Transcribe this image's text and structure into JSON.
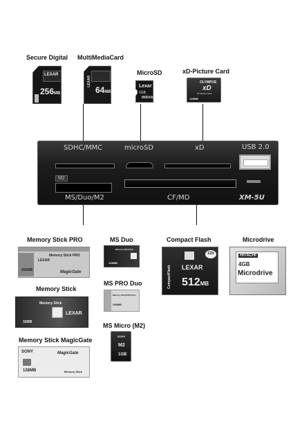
{
  "top_cards": {
    "secure_digital": {
      "label": "Secure Digital",
      "brand": "LEXAR",
      "capacity": "256",
      "unit": "MB"
    },
    "multimediacard": {
      "label": "MultiMediaCard",
      "brand": "LEXAR",
      "capacity": "64",
      "unit": "MB"
    },
    "microsd": {
      "label": "MicroSD",
      "brand": "Lexar",
      "capacity": "1GB",
      "logo": "micro"
    },
    "xd_picture_card": {
      "label": "xD-Picture Card",
      "brand": "OLYMPUS",
      "logo": "xD",
      "subtitle": "xD-Picture Card",
      "capacity": "128MB"
    }
  },
  "reader": {
    "slot_labels": {
      "sdhc_mmc": "SDHC/MMC",
      "microsd": "microSD",
      "xd": "xD",
      "usb": "USB 2.0",
      "ms_duo": "MS/Duo/M2",
      "cf_md": "CF/MD",
      "model": "XM-5U",
      "m2_tag": "M2"
    }
  },
  "bottom_cards": {
    "memory_stick_pro": {
      "label": "Memory Stick PRO",
      "title": "Memory Stick PRO",
      "brand": "LEXAR",
      "capacity": "256MB",
      "footer": "MagicGate"
    },
    "memory_stick": {
      "label": "Memory Stick",
      "title": "Memory Stick",
      "brand": "LEXAR",
      "capacity": "32MB"
    },
    "memory_stick_magicgate": {
      "label": "Memory Stick MagicGate",
      "brand": "SONY",
      "title": "MagicGate",
      "capacity": "128MB",
      "footer": "Memory Stick"
    },
    "ms_duo": {
      "label": "MS Duo",
      "title": "Memory Stick Duo",
      "capacity": "128MB"
    },
    "ms_pro_duo": {
      "label": "MS PRO Duo",
      "title": "Memory Stick PRO Duo",
      "capacity": "256MB"
    },
    "ms_micro": {
      "label": "MS Micro (M2)",
      "brand": "SONY",
      "logo": "M2",
      "capacity": "1GB"
    },
    "compact_flash": {
      "label": "Compact Flash",
      "side": "CompactFlash",
      "brand": "LEXAR",
      "capacity": "512",
      "unit": "MB",
      "speed": "12x"
    },
    "microdrive": {
      "label": "Microdrive",
      "brand": "HITACHI",
      "capacity": "4GB",
      "title": "Microdrive"
    }
  },
  "colors": {
    "reader_body": "#1c1c1c",
    "reader_text": "#d6d6d6",
    "lines": "#111111"
  }
}
